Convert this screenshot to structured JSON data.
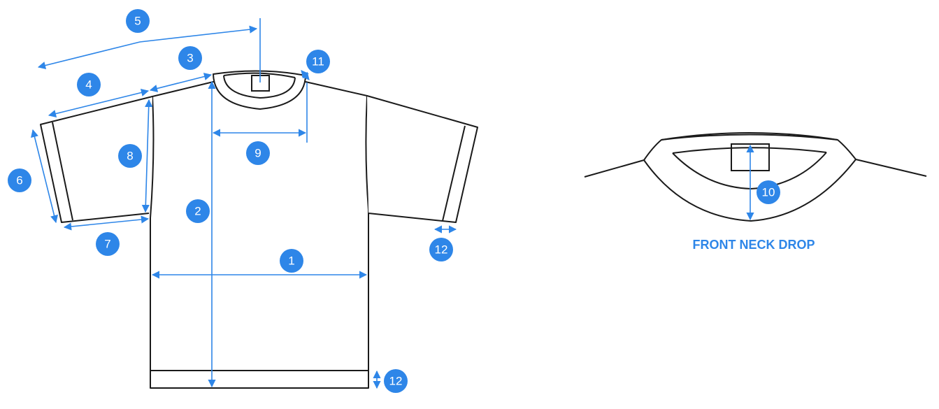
{
  "colors": {
    "accent": "#2e86e8",
    "outline": "#1a1a1a",
    "background": "#ffffff"
  },
  "labels": {
    "m1": "1",
    "m2": "2",
    "m3": "3",
    "m4": "4",
    "m5": "5",
    "m6": "6",
    "m7": "7",
    "m8": "8",
    "m9": "9",
    "m10": "10",
    "m11": "11",
    "m12_sleeve_hem": "12",
    "m12_body_hem": "12"
  },
  "front_neck_drop_caption": "FRONT NECK DROP"
}
